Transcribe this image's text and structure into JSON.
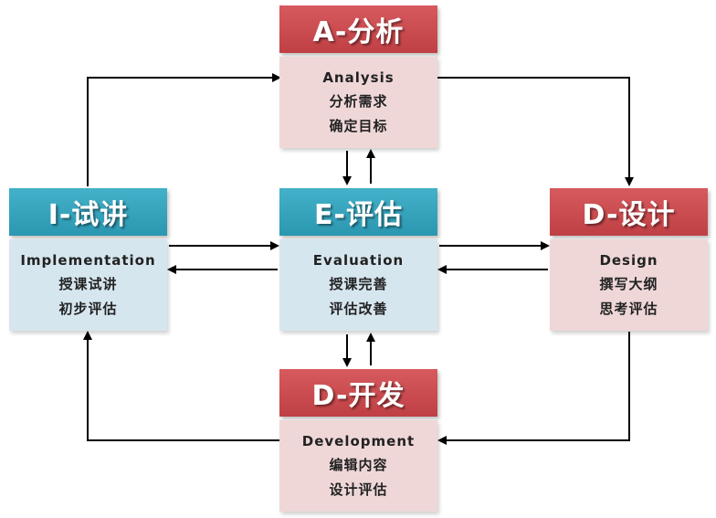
{
  "nodes": {
    "analysis": {
      "title": "A-分析",
      "en": "Analysis",
      "line1": "分析需求",
      "line2": "确定目标"
    },
    "implementation": {
      "title": "I-试讲",
      "en": "Implementation",
      "line1": "授课试讲",
      "line2": "初步评估"
    },
    "evaluation": {
      "title": "E-评估",
      "en": "Evaluation",
      "line1": "授课完善",
      "line2": "评估改善"
    },
    "design": {
      "title": "D-设计",
      "en": "Design",
      "line1": "撰写大纲",
      "line2": "思考评估"
    },
    "development": {
      "title": "D-开发",
      "en": "Development",
      "line1": "编辑内容",
      "line2": "设计评估"
    }
  },
  "colors": {
    "red_header": "#c84a4e",
    "teal_header": "#35a4bd",
    "pink_body": "#efd7d8",
    "blue_body": "#d6e6ef",
    "arrow": "#000000"
  }
}
